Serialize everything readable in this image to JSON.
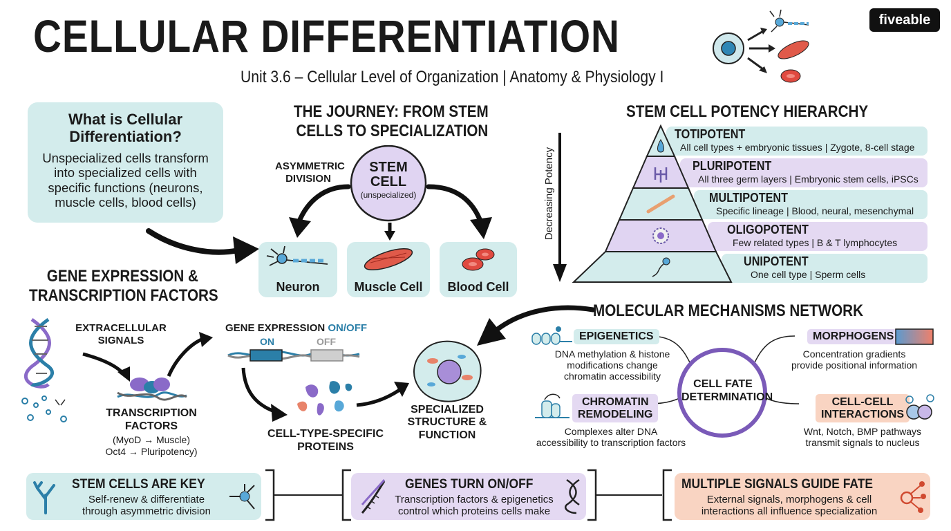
{
  "header": {
    "title": "CELLULAR DIFFERENTIATION",
    "subtitle": "Unit 3.6 – Cellular Level of Organization | Anatomy & Physiology I",
    "brand": "fiveable"
  },
  "what_is": {
    "title_1": "What is Cellular",
    "title_2": "Differentiation?",
    "lines": [
      "Unspecialized cells transform",
      "into specialized cells with",
      "specific functions (neurons,",
      "muscle cells, blood cells)"
    ]
  },
  "journey": {
    "title_1": "THE JOURNEY: FROM STEM",
    "title_2": "CELLS TO SPECIALIZATION",
    "asym_1": "ASYMMETRIC",
    "asym_2": "DIVISION",
    "stem_1": "STEM",
    "stem_2": "CELL",
    "stem_3": "(unspecialized)",
    "cards": [
      {
        "label": "Neuron"
      },
      {
        "label": "Muscle Cell"
      },
      {
        "label": "Blood Cell"
      }
    ]
  },
  "potency": {
    "title": "STEM CELL POTENCY HIERARCHY",
    "axis_label": "Decreasing Potency",
    "levels": [
      {
        "name": "TOTIPOTENT",
        "desc": "All cell types + embryonic tissues | Zygote, 8-cell stage"
      },
      {
        "name": "PLURIPOTENT",
        "desc": "All three germ layers | Embryonic stem cells, iPSCs"
      },
      {
        "name": "MULTIPOTENT",
        "desc": "Specific lineage | Blood, neural, mesenchymal"
      },
      {
        "name": "OLIGOPOTENT",
        "desc": "Few related types | B & T lymphocytes"
      },
      {
        "name": "UNIPOTENT",
        "desc": "One cell type | Sperm cells"
      }
    ]
  },
  "gene": {
    "title_1": "GENE EXPRESSION &",
    "title_2": "TRANSCRIPTION FACTORS",
    "extracellular_1": "EXTRACELLULAR",
    "extracellular_2": "SIGNALS",
    "onoff_title": "GENE EXPRESSION",
    "onoff_suffix": "ON/OFF",
    "on": "ON",
    "off": "OFF",
    "tf_1": "TRANSCRIPTION",
    "tf_2": "FACTORS",
    "tf_3": "(MyoD → Muscle)",
    "tf_4": "Oct4 → Pluripotency)",
    "proteins_1": "CELL-TYPE-SPECIFIC",
    "proteins_2": "PROTEINS",
    "specialized_1": "SPECIALIZED",
    "specialized_2": "STRUCTURE &",
    "specialized_3": "FUNCTION"
  },
  "molecular": {
    "title": "MOLECULAR MECHANISMS NETWORK",
    "center_1": "CELL FATE",
    "center_2": "DETERMINATION",
    "epigenetics": {
      "label": "EPIGENETICS",
      "lines": [
        "DNA methylation & histone",
        "modifications change",
        "chromatin accessibility"
      ]
    },
    "morphogens": {
      "label": "MORPHOGENS",
      "lines": [
        "Concentration gradients",
        "provide positional information"
      ]
    },
    "chromatin": {
      "label_1": "CHROMATIN",
      "label_2": "REMODELING",
      "lines": [
        "Complexes alter DNA",
        "accessibility to transcription factors"
      ]
    },
    "cellcell": {
      "label_1": "CELL-CELL",
      "label_2": "INTERACTIONS",
      "lines": [
        "Wnt, Notch, BMP pathways",
        "transmit signals to nucleus"
      ]
    }
  },
  "takeaways": [
    {
      "title": "STEM CELLS ARE KEY",
      "line_1": "Self-renew & differentiate",
      "line_2": "through asymmetric division"
    },
    {
      "title": "GENES TURN ON/OFF",
      "line_1": "Transcription factors & epigenetics",
      "line_2": "control which proteins cells make"
    },
    {
      "title": "MULTIPLE SIGNALS GUIDE FATE",
      "line_1": "External signals, morphogens & cell",
      "line_2": "interactions all influence specialization"
    }
  ],
  "colors": {
    "teal": "#d3ecec",
    "purple": "#e4d9f2",
    "orange": "#f9d4c2",
    "accent_blue": "#2b7fa8"
  }
}
